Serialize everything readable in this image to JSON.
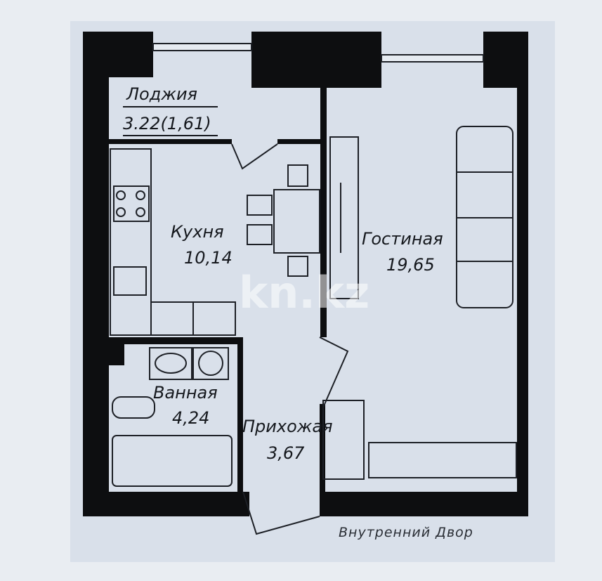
{
  "plan": {
    "rooms": [
      {
        "name": "Лоджия",
        "area": "3.22(1,61)"
      },
      {
        "name": "Кухня",
        "area": "10,14"
      },
      {
        "name": "Гостиная",
        "area": "19,65"
      },
      {
        "name": "Ванная",
        "area": "4,24"
      },
      {
        "name": "Прихожая",
        "area": "3,67"
      }
    ],
    "courtyard_label": "Внутренний Двор"
  },
  "watermark": "kn.kz",
  "colors": {
    "background": "#d9e0ea",
    "wall": "#0d0e10",
    "line": "#1d2026"
  }
}
